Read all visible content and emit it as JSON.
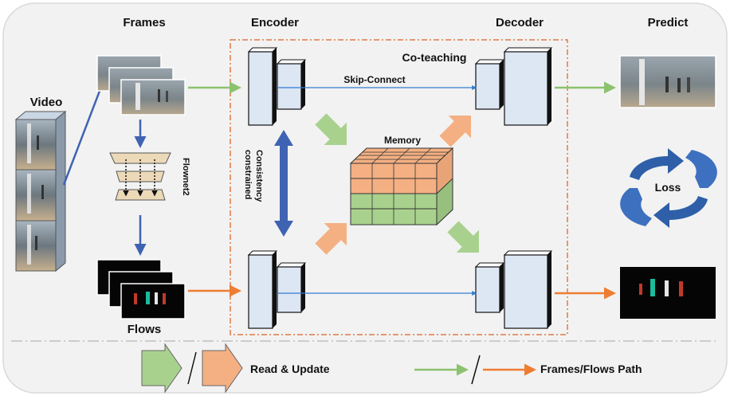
{
  "headers": {
    "frames": "Frames",
    "encoder": "Encoder",
    "decoder": "Decoder",
    "predict": "Predict"
  },
  "labels": {
    "video": "Video",
    "flows": "Flows",
    "flownet": "Flownet2",
    "co_teaching": "Co-teaching",
    "skip_connect": "Skip-Connect",
    "memory": "Memory",
    "consistency_line1": "Consistency",
    "consistency_line2": "constrained",
    "loss": "Loss"
  },
  "legend": {
    "read_update": "Read & Update",
    "paths": "Frames/Flows Path"
  },
  "colors": {
    "frames_path": "#8cc26e",
    "flows_path": "#ee7d31",
    "memory_orange": "#f4b083",
    "memory_green": "#a9d18e",
    "encoder_blue": "#dde6f3",
    "arrow_blue": "#3f63b3",
    "loss_blue": "#2e5fa8",
    "read_green": "#a9d18e",
    "update_orange": "#f4b083"
  }
}
